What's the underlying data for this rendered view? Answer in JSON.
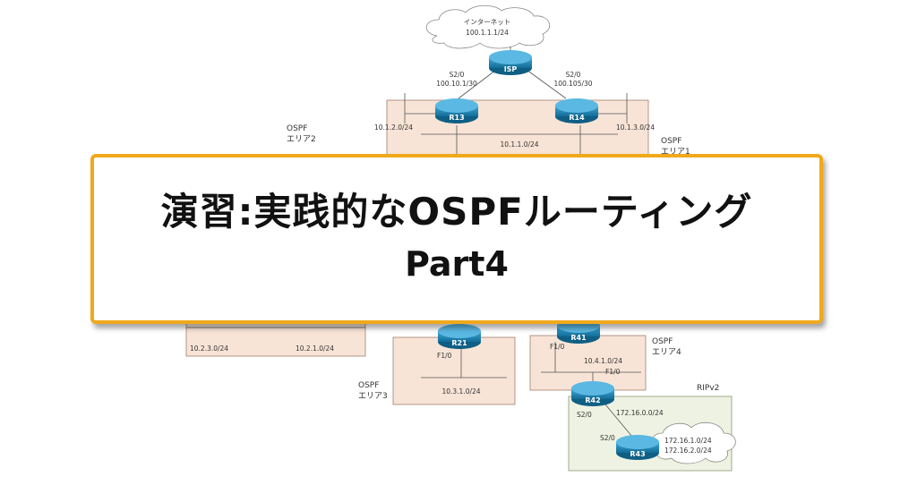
{
  "diagram": {
    "cloud_top": {
      "label": "インターネット",
      "net": "100.1.1.1/24"
    },
    "routers": {
      "isp": "ISP",
      "r13": "R13",
      "r14": "R14",
      "r21": "R21",
      "r41": "R41",
      "r42": "R42",
      "r43": "R43"
    },
    "links": {
      "isp_left_if": "S2/0",
      "isp_left_net": "100.10.1/30",
      "isp_right_if": "S2/0",
      "isp_right_net": "100.105/30",
      "r21_if": "F1/0",
      "r41_if": "F1/0",
      "r42_up_if": "F1/0",
      "r42_s_if": "S2/0",
      "r43_s_if": "S2/0"
    },
    "networks": {
      "n1": "10.1.2.0/24",
      "n2": "10.1.3.0/24",
      "n3": "10.1.1.0/24",
      "n4": "10.2.3.0/24",
      "n5": "10.2.1.0/24",
      "n6": "10.3.1.0/24",
      "n7": "10.4.1.0/24",
      "n8": "172.16.0.0/24"
    },
    "areas": {
      "area2_title": "OSPF",
      "area2_sub": "エリア2",
      "area1_title": "OSPF",
      "area1_sub": "エリア1",
      "area3_title": "OSPF",
      "area3_sub": "エリア3",
      "area4_title": "OSPF",
      "area4_sub": "エリア4",
      "rip": "RIPv2"
    },
    "cloud_bottom": {
      "net1": "172.16.1.0/24",
      "net2": "172.16.2.0/24"
    }
  },
  "banner": {
    "title": "演習:実践的なOSPFルーティング",
    "subtitle": "Part4"
  },
  "colors": {
    "banner_border": "#f0a91b",
    "area_fill": "#f8e4d6",
    "rip_fill": "#eef2e2",
    "router_fill": "#1b87b8"
  }
}
